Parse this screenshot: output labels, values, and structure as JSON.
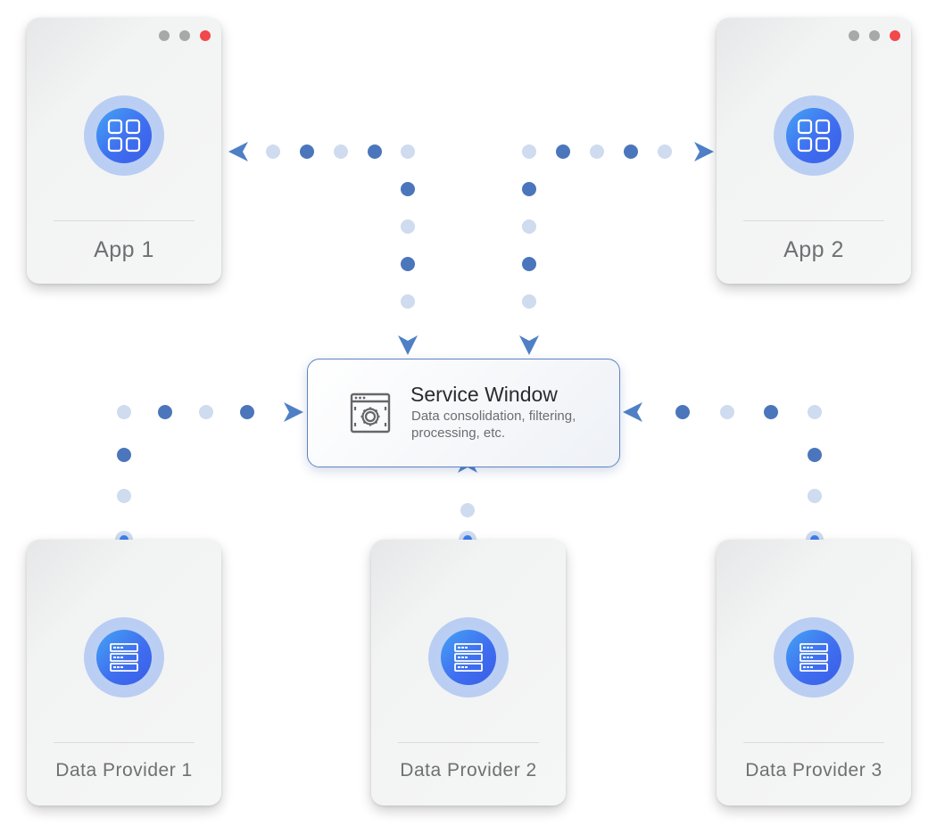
{
  "apps": [
    {
      "label": "App 1",
      "icon": "grid-icon"
    },
    {
      "label": "App 2",
      "icon": "grid-icon"
    }
  ],
  "providers": [
    {
      "label": "Data Provider 1",
      "icon": "server-icon"
    },
    {
      "label": "Data Provider 2",
      "icon": "server-icon"
    },
    {
      "label": "Data Provider 3",
      "icon": "server-icon"
    }
  ],
  "service": {
    "title": "Service Window",
    "description": "Data consolidation, filtering, processing, etc.",
    "icon": "settings-window-icon"
  },
  "window_controls": [
    "minimize-dot",
    "maximize-dot",
    "close-dot"
  ],
  "colors": {
    "dot_dark": "#4b76bc",
    "dot_light": "#cfdbee",
    "arrow": "#4f80c6",
    "close": "#f2474b",
    "badge_blue": "#3f6ff0"
  }
}
